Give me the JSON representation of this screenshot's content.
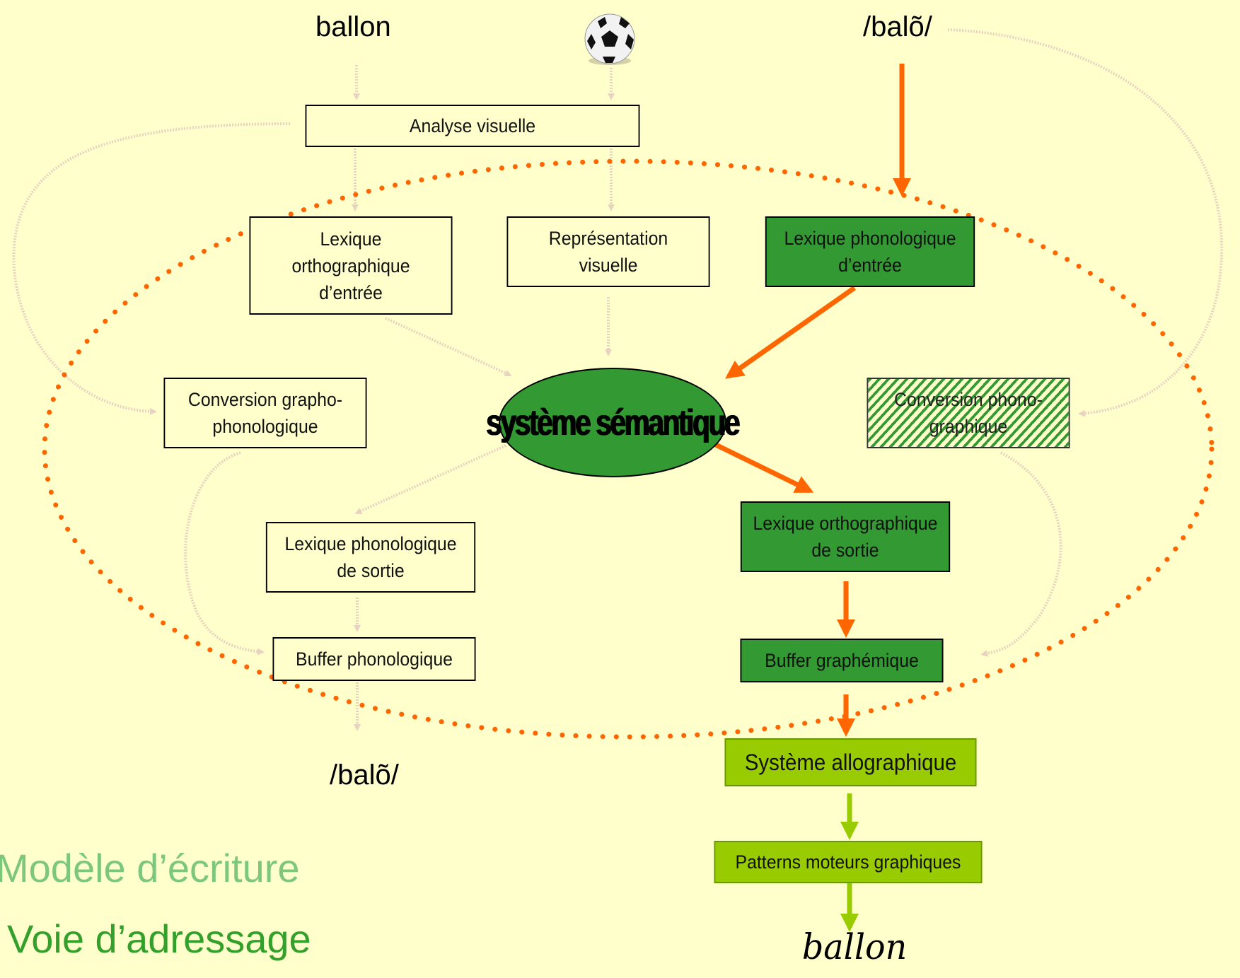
{
  "labels": {
    "word_input": "ballon",
    "phon_input": "/balõ/",
    "phon_output": "/balõ/",
    "written_output": "ballon"
  },
  "boxes": {
    "analyse_visuelle": "Analyse visuelle",
    "lexique_ortho_entree": "Lexique\northographique\nd’entrée",
    "representation_visuelle": "Représentation\nvisuelle",
    "lexique_phono_entree": "Lexique phonologique\nd’entrée",
    "conversion_grapho": "Conversion grapho-\nphonologique",
    "systeme_semantique": "système sémantique",
    "conversion_phono": "Conversion phono-\ngraphique",
    "lexique_phono_sortie": "Lexique phonologique\nde sortie",
    "lexique_ortho_sortie": "Lexique orthographique\nde sortie",
    "buffer_phono": "Buffer phonologique",
    "buffer_graph": "Buffer graphémique",
    "systeme_allo": "Système allographique",
    "patterns_moteurs": "Patterns moteurs graphiques"
  },
  "titles": {
    "model": "Modèle d’écriture",
    "route": "Voie d’adressage"
  },
  "colors": {
    "background": "#FFFFCC",
    "active_box": "#339933",
    "peripheral_box": "#99CC00",
    "active_arrow": "#FF6600",
    "lime_arrow": "#99CC00",
    "faded_arrow": "#E6C8B4"
  },
  "icons": {
    "ball": "soccer-ball-icon"
  }
}
